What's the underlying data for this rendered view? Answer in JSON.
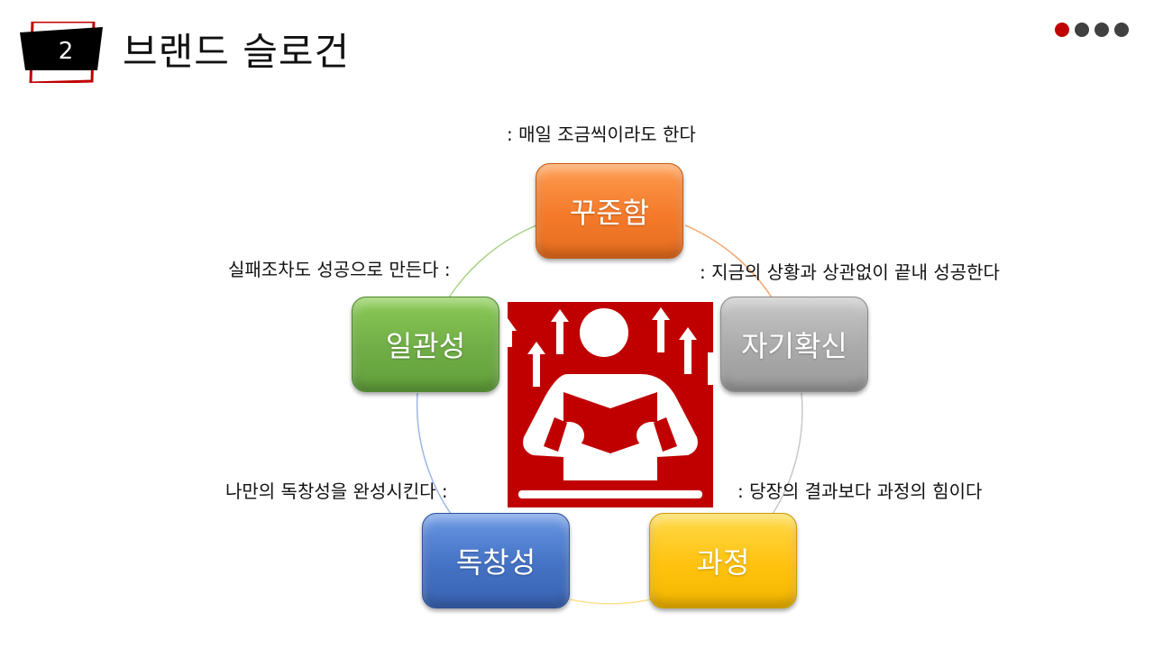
{
  "header": {
    "slide_number": "2",
    "title": "브랜드 슬로건"
  },
  "pager": {
    "count": 4,
    "active_index": 0,
    "active_color": "#c00000",
    "inactive_color": "#404040"
  },
  "cycle": {
    "items": [
      {
        "label": "꾸준함",
        "caption": ": 매일 조금씩이라도 한다",
        "color": "#f47a2a"
      },
      {
        "label": "자기확신",
        "caption": ": 지금의 상황과 상관없이 끝내 성공한다",
        "color": "#a5a5a5"
      },
      {
        "label": "과정",
        "caption": ": 당장의 결과보다 과정의 힘이다",
        "color": "#ffc20e"
      },
      {
        "label": "독창성",
        "caption": "나만의 독창성을 완성시킨다 :",
        "color": "#4472c4"
      },
      {
        "label": "일관성",
        "caption": "실패조차도 성공으로 만든다 :",
        "color": "#70ad47"
      }
    ]
  },
  "center_icon": {
    "name": "reader-growth-icon",
    "background": "#c00000"
  }
}
